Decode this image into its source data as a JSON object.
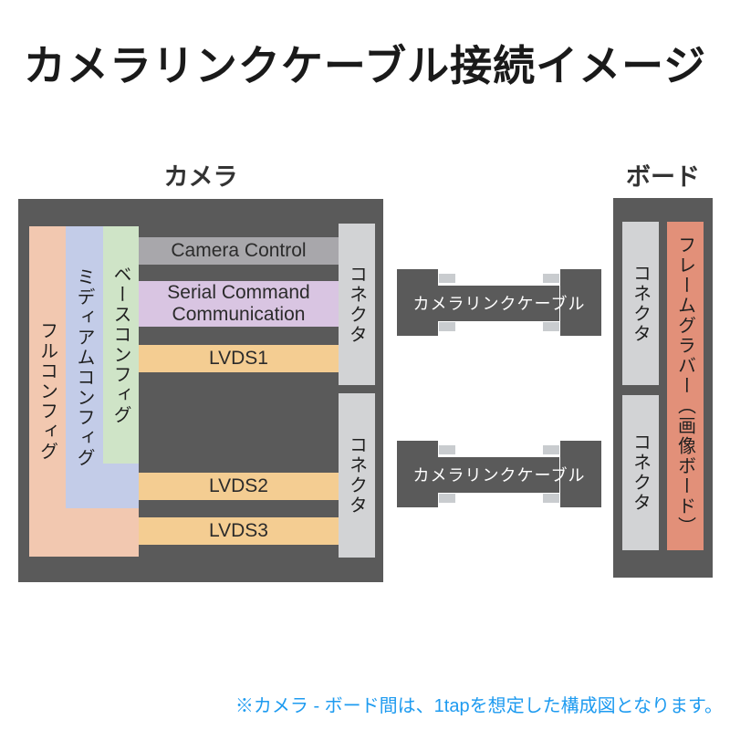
{
  "title": "カメラリンクケーブル接続イメージ",
  "camera": {
    "label": "カメラ",
    "configs": [
      {
        "label": "フルコンフィグ",
        "color": "#F2C8B0"
      },
      {
        "label": "ミディアムコンフィグ",
        "color": "#C3CCE8"
      },
      {
        "label": "ベースコンフィグ",
        "color": "#CFE4C7"
      }
    ],
    "signals": [
      {
        "label": "Camera Control",
        "color": "#A8A7AB"
      },
      {
        "label": "Serial Command Communication",
        "color": "#D9C5E2"
      },
      {
        "label": "LVDS1",
        "color": "#F4CD92"
      },
      {
        "label": "LVDS2",
        "color": "#F4CD92"
      },
      {
        "label": "LVDS3",
        "color": "#F4CD92"
      }
    ],
    "connectors": [
      {
        "label": "コネクタ"
      },
      {
        "label": "コネクタ"
      }
    ]
  },
  "cables": [
    {
      "label": "カメラリンクケーブル"
    },
    {
      "label": "カメラリンクケーブル"
    }
  ],
  "board": {
    "label": "ボード",
    "connectors": [
      {
        "label": "コネクタ"
      },
      {
        "label": "コネクタ"
      }
    ],
    "frame_grabber": {
      "label": "フレームグラバー（画像ボード）",
      "color": "#E29079"
    }
  },
  "note": "※カメラ - ボード間は、1tapを想定した構成図となります。",
  "colors": {
    "box_dark_gray": "#5A5A5A",
    "connector_gray": "#D2D3D5",
    "thumbscrew_gray": "#C9CCCF",
    "note_blue": "#1E9BF0",
    "title_black": "#1A1A1A"
  }
}
